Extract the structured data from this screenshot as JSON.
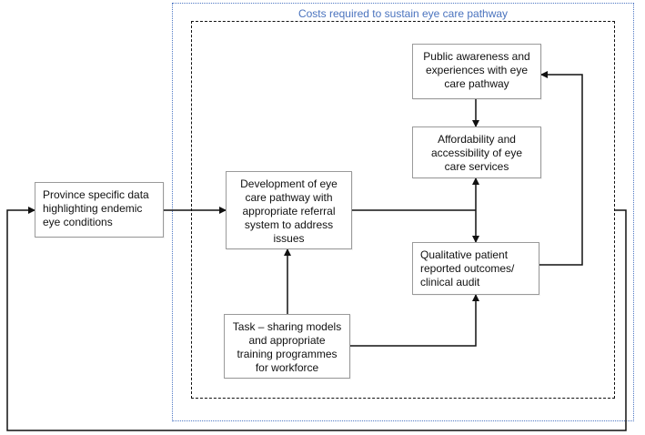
{
  "diagram": {
    "outer_title": "Costs required to sustain eye care pathway",
    "nodes": {
      "province_data": "Province specific data\nhighlighting endemic\neye conditions",
      "development": "Development of eye\ncare pathway with\nappropriate referral\nsystem to address\nissues",
      "public_awareness": "Public awareness and\nexperiences with eye\ncare pathway",
      "affordability": "Affordability and\naccessibility of eye\ncare services",
      "qualitative_outcomes": "Qualitative patient\nreported outcomes/\nclinical audit",
      "task_sharing": "Task – sharing models\nand appropriate\ntraining programmes\nfor workforce"
    }
  }
}
